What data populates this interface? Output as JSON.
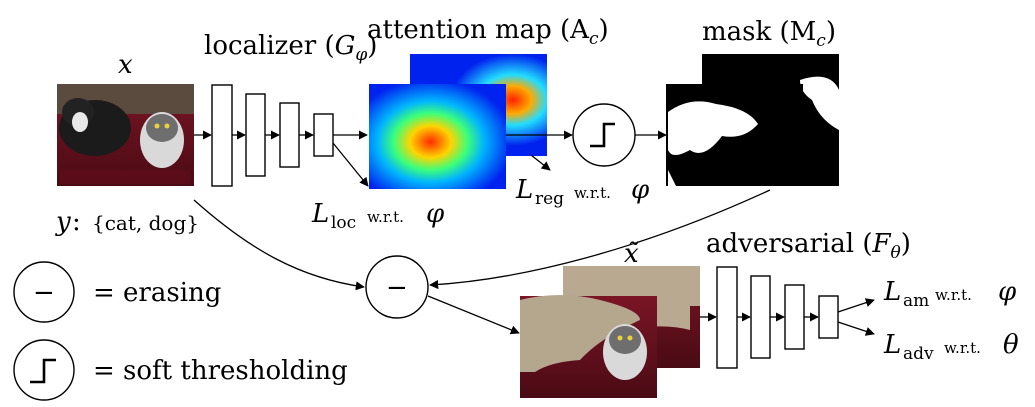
{
  "labels": {
    "input": "x",
    "input_labels": "{cat, dog}",
    "input_labels_var": "y",
    "localizer": "localizer (",
    "localizer_sym": "G",
    "localizer_sub": "φ",
    "attention": "attention map (A",
    "attention_sub": "c",
    "mask": "mask (M",
    "mask_sub": "c",
    "adversarial": "adversarial (",
    "adversarial_sym": "F",
    "adversarial_sub": "θ",
    "erased": "x̃"
  },
  "losses": {
    "loc": {
      "sym": "L",
      "sub": "loc",
      "wrt": "w.r.t.",
      "param": "φ"
    },
    "reg": {
      "sym": "L",
      "sub": "reg",
      "wrt": "w.r.t.",
      "param": "φ"
    },
    "am": {
      "sym": "L",
      "sub": "am",
      "wrt": "w.r.t.",
      "param": "φ"
    },
    "adv": {
      "sym": "L",
      "sub": "adv",
      "wrt": "w.r.t.",
      "param": "θ"
    }
  },
  "legend": {
    "erasing": "= erasing",
    "erasing_symbol": "−",
    "thresholding": "= soft thresholding"
  }
}
